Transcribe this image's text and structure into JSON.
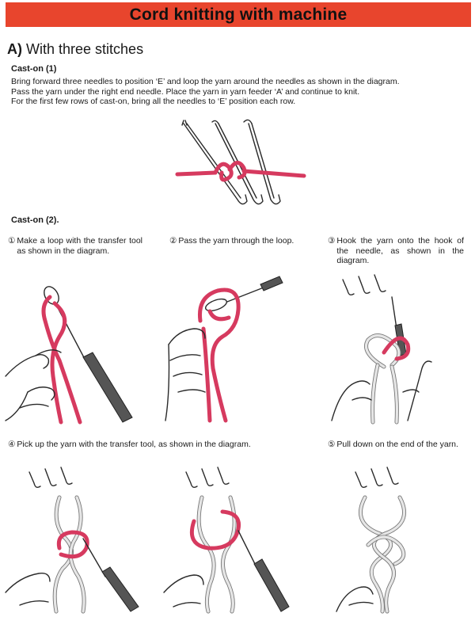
{
  "header": {
    "title": "Cord knitting with machine"
  },
  "section": {
    "letter": "A)",
    "title": "With three stitches"
  },
  "cast_on_1": {
    "heading": "Cast-on (1)",
    "lines": [
      "Bring forward three needles to position ‘E’ and loop the yarn around the needles as shown in the diagram.",
      "Pass the yarn under the right end needle. Place the yarn in yarn feeder ‘A’ and continue to knit.",
      "For the first few rows of cast-on, bring all the needles to ‘E’ position each row."
    ]
  },
  "cast_on_2": {
    "heading": "Cast-on (2).",
    "steps": [
      {
        "num": "①",
        "text": "Make a loop with the transfer tool as shown in the diagram."
      },
      {
        "num": "②",
        "text": "Pass the yarn through the loop."
      },
      {
        "num": "③",
        "text": "Hook the yarn onto the hook of the needle, as shown in the diagram."
      },
      {
        "num": "④",
        "text": "Pick up the yarn with the transfer tool, as shown in the diagram."
      },
      {
        "num": "⑤",
        "text": "Pull down on the end of the yarn."
      }
    ]
  },
  "colors": {
    "banner": "#e8452d",
    "yarn": "#d63a5f"
  }
}
